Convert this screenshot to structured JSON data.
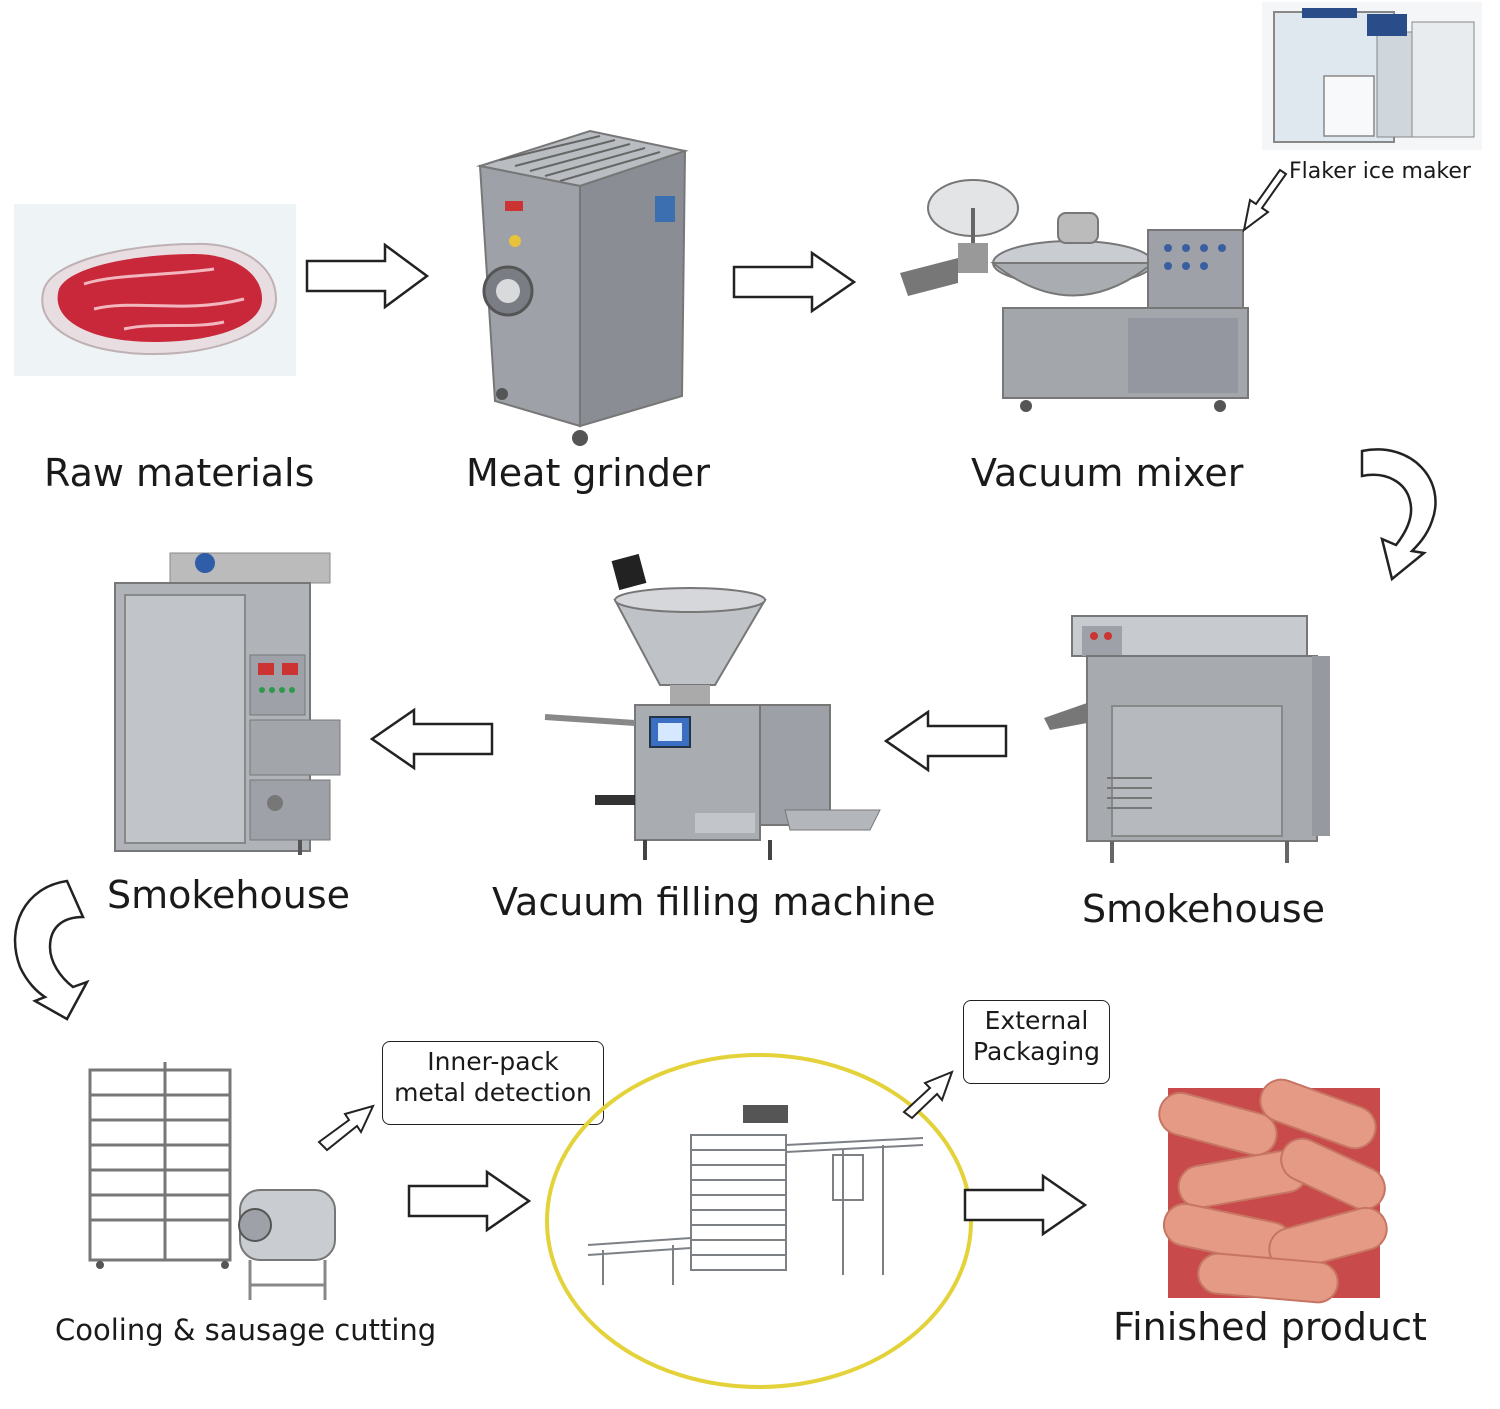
{
  "steps": {
    "raw_materials": "Raw materials",
    "meat_grinder": "Meat grinder",
    "vacuum_mixer": "Vacuum mixer",
    "flaker_ice_maker": "Flaker ice maker",
    "smokehouse_right": "Smokehouse",
    "vacuum_filling_machine": "Vacuum filling machine",
    "smokehouse_left": "Smokehouse",
    "cooling_sausage_cutting": "Cooling & sausage cutting",
    "inner_pack_metal_detection_line1": "Inner-pack",
    "inner_pack_metal_detection_line2": "metal detection",
    "external_packaging_line1": "External",
    "external_packaging_line2": "Packaging",
    "finished_product": "Finished product"
  },
  "colors": {
    "meat_red": "#c8283a",
    "machine_steel": "#9ea2a8",
    "machine_dark": "#6d7076",
    "highlight_ring": "#e4d23a",
    "sausage": "#e59a86",
    "sausage_bg": "#c84a4a"
  }
}
